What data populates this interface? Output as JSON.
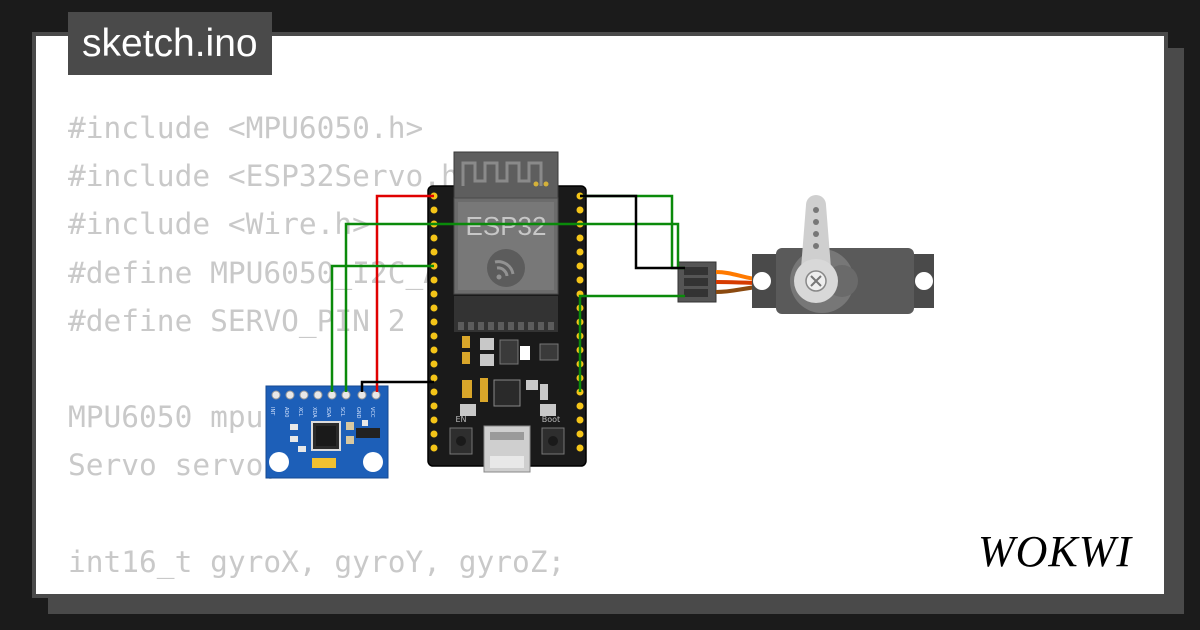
{
  "tab": {
    "title": "sketch.ino"
  },
  "code_lines": [
    "#include <MPU6050.h>",
    "#include <ESP32Servo.h>",
    "#include <Wire.h>",
    "#define MPU6050_I2C_ADDR 0x68",
    "#define SERVO_PIN 2",
    "",
    "MPU6050 mpu;",
    "Servo servo;",
    "",
    "int16_t gyroX, gyroY, gyroZ;"
  ],
  "board": {
    "name": "ESP32",
    "btn_en": "EN",
    "btn_boot": "Boot"
  },
  "mpu_pins": [
    "INT",
    "AD0",
    "XCL",
    "XDA",
    "SDA",
    "SCL",
    "GND",
    "VCC"
  ],
  "brand": {
    "name": "WOKWI"
  },
  "colors": {
    "background": "#1b1b1b",
    "card": "#ffffff",
    "frame": "#4a4a4a",
    "code_text": "#c9c9c9",
    "wire_red": "#e00000",
    "wire_green": "#0a8a0a",
    "wire_black": "#000000",
    "mpu_board": "#1d5fb8",
    "servo_orange": "#ff7a00"
  },
  "icons": [
    "wifi-icon",
    "usb-connector-icon"
  ]
}
